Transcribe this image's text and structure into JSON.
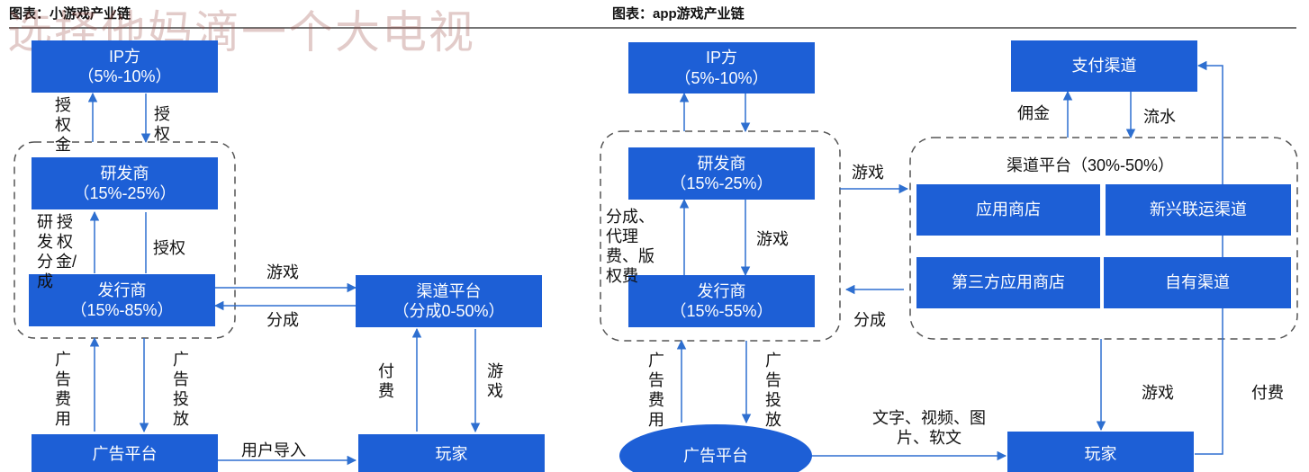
{
  "titles": {
    "left": "图表：小游戏产业链",
    "right": "图表：app游戏产业链"
  },
  "watermark": "选择他妈滴一个大电视",
  "colors": {
    "box_fill": "#1d5fd6",
    "box_text": "#ffffff",
    "line": "#2e6fd0",
    "dash": "#555555"
  },
  "left": {
    "ip": {
      "title": "IP方",
      "share": "（5%-10%）"
    },
    "developer": {
      "title": "研发商",
      "share": "（15%-25%）"
    },
    "publisher": {
      "title": "发行商",
      "share": "（15%-85%）"
    },
    "channel": {
      "title": "渠道平台",
      "share": "（分成0-50%）"
    },
    "ad_platform": {
      "title": "广告平台"
    },
    "player": {
      "title": "玩家"
    },
    "labels": {
      "license_fee": "授权金",
      "license_down": "授权",
      "dev_share_col1": "研发分成",
      "dev_share_col2": "授权金/",
      "license_mid": "授权",
      "game": "游戏",
      "revenue_share": "分成",
      "ad_fee": "广告费用",
      "ad_place": "广告投放",
      "pay": "付费",
      "game_down": "游戏",
      "user_import": "用户导入"
    }
  },
  "right": {
    "ip": {
      "title": "IP方",
      "share": "（5%-10%）"
    },
    "developer": {
      "title": "研发商",
      "share": "（15%-25%）"
    },
    "publisher": {
      "title": "发行商",
      "share": "（15%-55%）"
    },
    "payment": {
      "title": "支付渠道"
    },
    "channel_group": {
      "title": "渠道平台（30%-50%）"
    },
    "channels": [
      "应用商店",
      "新兴联运渠道",
      "第三方应用商店",
      "自有渠道"
    ],
    "ad_platform": {
      "title": "广告平台"
    },
    "player": {
      "title": "玩家"
    },
    "labels": {
      "commission": "佣金",
      "flow": "流水",
      "game_to_channel": "游戏",
      "share_fees": "分成、代理费、版权费",
      "game_dev_pub": "游戏",
      "revenue_share": "分成",
      "ad_fee": "广告费用",
      "ad_place": "广告投放",
      "content": "文字、视频、图片、软文",
      "game_to_player": "游戏",
      "pay": "付费"
    }
  }
}
